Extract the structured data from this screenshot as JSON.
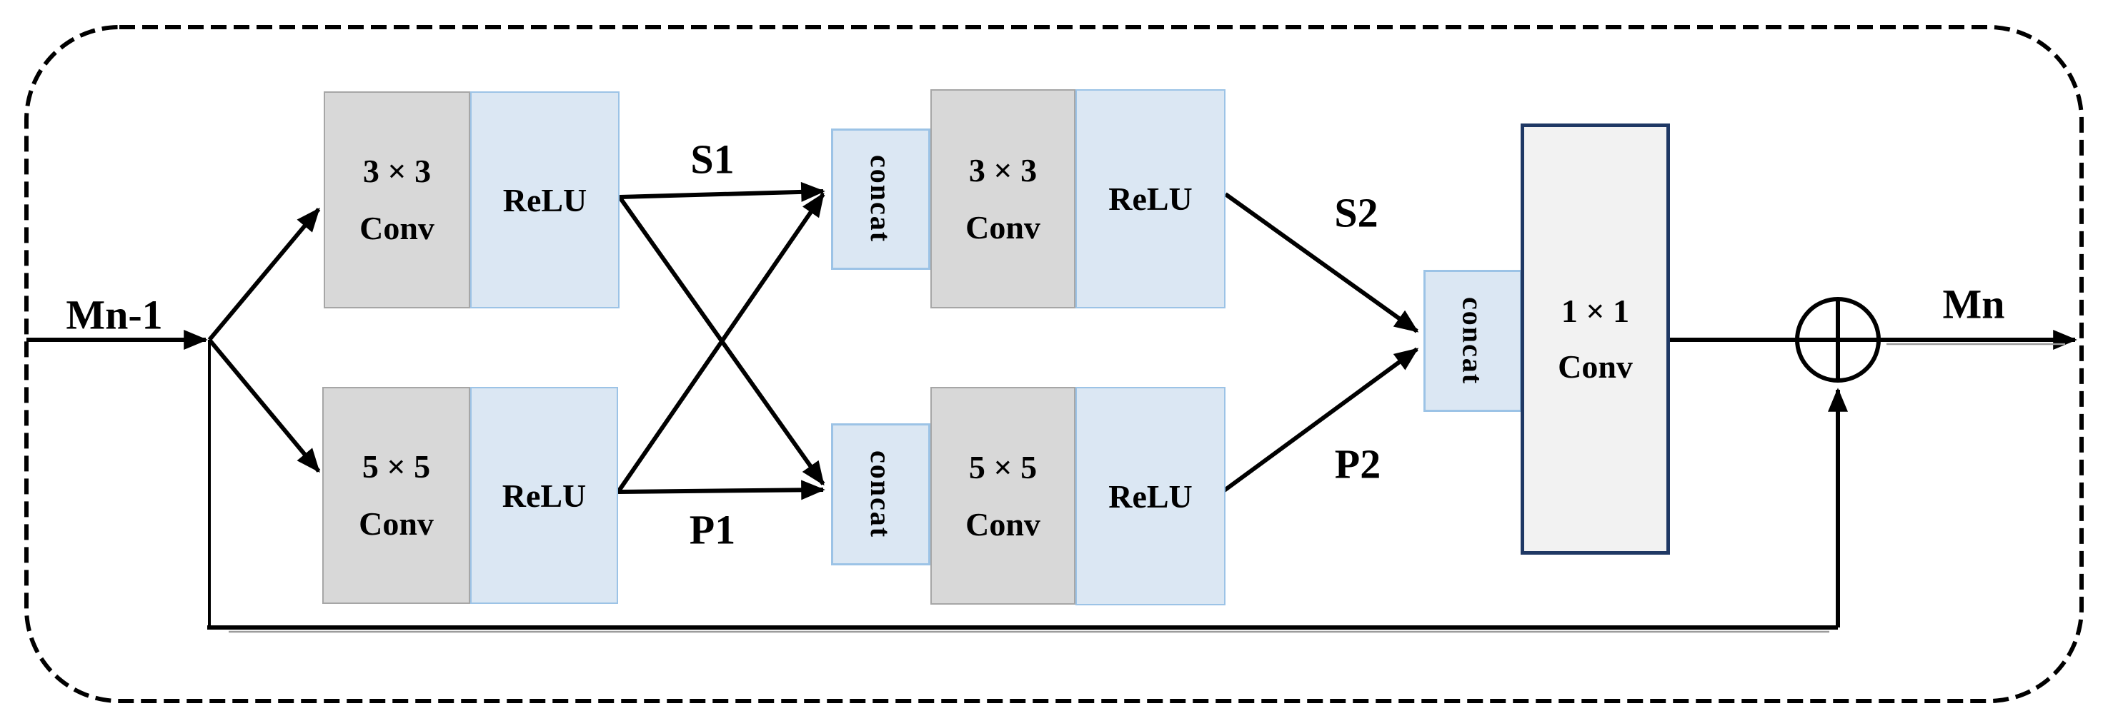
{
  "figure": {
    "description_labels": {
      "input": "Mn-1",
      "output": "Mn",
      "s1": "S1",
      "p1": "P1",
      "s2": "S2",
      "p2": "P2"
    },
    "nodes": {
      "stage1_top_conv": {
        "line1": "3 × 3",
        "line2": "Conv"
      },
      "stage1_top_relu": {
        "label": "ReLU"
      },
      "stage1_bottom_conv": {
        "line1": "5 × 5",
        "line2": "Conv"
      },
      "stage1_bottom_relu": {
        "label": "ReLU"
      },
      "stage2_top_concat": {
        "label": "concat"
      },
      "stage2_top_conv": {
        "line1": "3 × 3",
        "line2": "Conv"
      },
      "stage2_top_relu": {
        "label": "ReLU"
      },
      "stage2_bottom_concat": {
        "label": "concat"
      },
      "stage2_bottom_conv": {
        "line1": "5 × 5",
        "line2": "Conv"
      },
      "stage2_bottom_relu": {
        "label": "ReLU"
      },
      "final_concat": {
        "label": "concat"
      },
      "final_conv": {
        "line1": "1 × 1",
        "line2": "Conv"
      }
    },
    "icons": {
      "sum": "plus-circle-icon"
    }
  },
  "colors": {
    "line": "#000000",
    "conv_fill": "#d8d8d8",
    "conv_border": "#a6a6a6",
    "relu_fill": "#dbe7f3",
    "relu_border": "#9cc3e6",
    "concat_fill": "#dbe7f3",
    "concat_border": "#9cc3e6",
    "final_conv_fill": "#f2f2f2",
    "final_conv_border": "#1f3864"
  }
}
